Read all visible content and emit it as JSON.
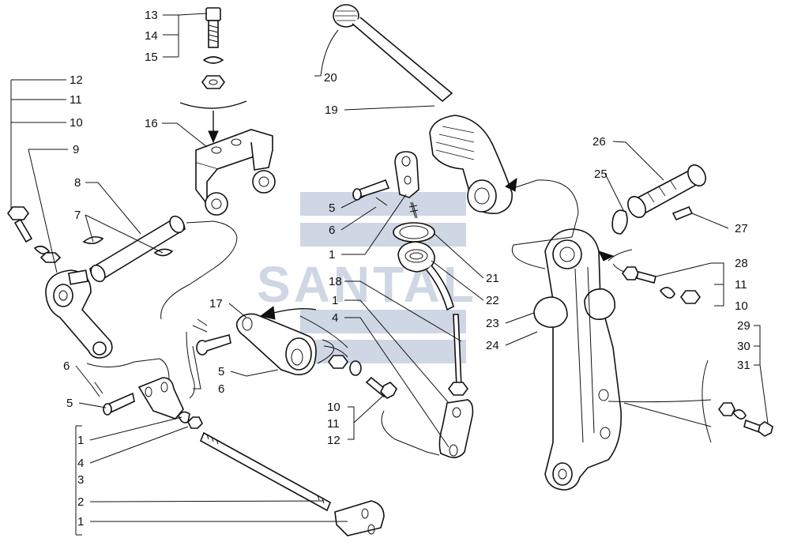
{
  "diagram": {
    "watermark": "SANTAL",
    "callouts": {
      "c13": "13",
      "c14": "14",
      "c15": "15",
      "c16": "16",
      "c12a": "12",
      "c11a": "11",
      "c10a": "10",
      "c9": "9",
      "c8": "8",
      "c7": "7",
      "c6a": "6",
      "c5a": "5",
      "c1a": "1",
      "c4a": "4",
      "c3": "3",
      "c2": "2",
      "c1b": "1",
      "c17": "17",
      "c5b": "5",
      "c6b": "6",
      "c5c": "5",
      "c6c": "6",
      "c1c": "1",
      "c18": "18",
      "c1d": "1",
      "c4b": "4",
      "c10b": "10",
      "c11b": "11",
      "c12b": "12",
      "c20": "20",
      "c19": "19",
      "c21": "21",
      "c22": "22",
      "c23": "23",
      "c24": "24",
      "c26": "26",
      "c25": "25",
      "c27": "27",
      "c28": "28",
      "c11c": "11",
      "c10c": "10",
      "c29": "29",
      "c30": "30",
      "c31": "31"
    },
    "colors": {
      "ink": "#111111",
      "watermark": "#c7cfe0"
    }
  }
}
